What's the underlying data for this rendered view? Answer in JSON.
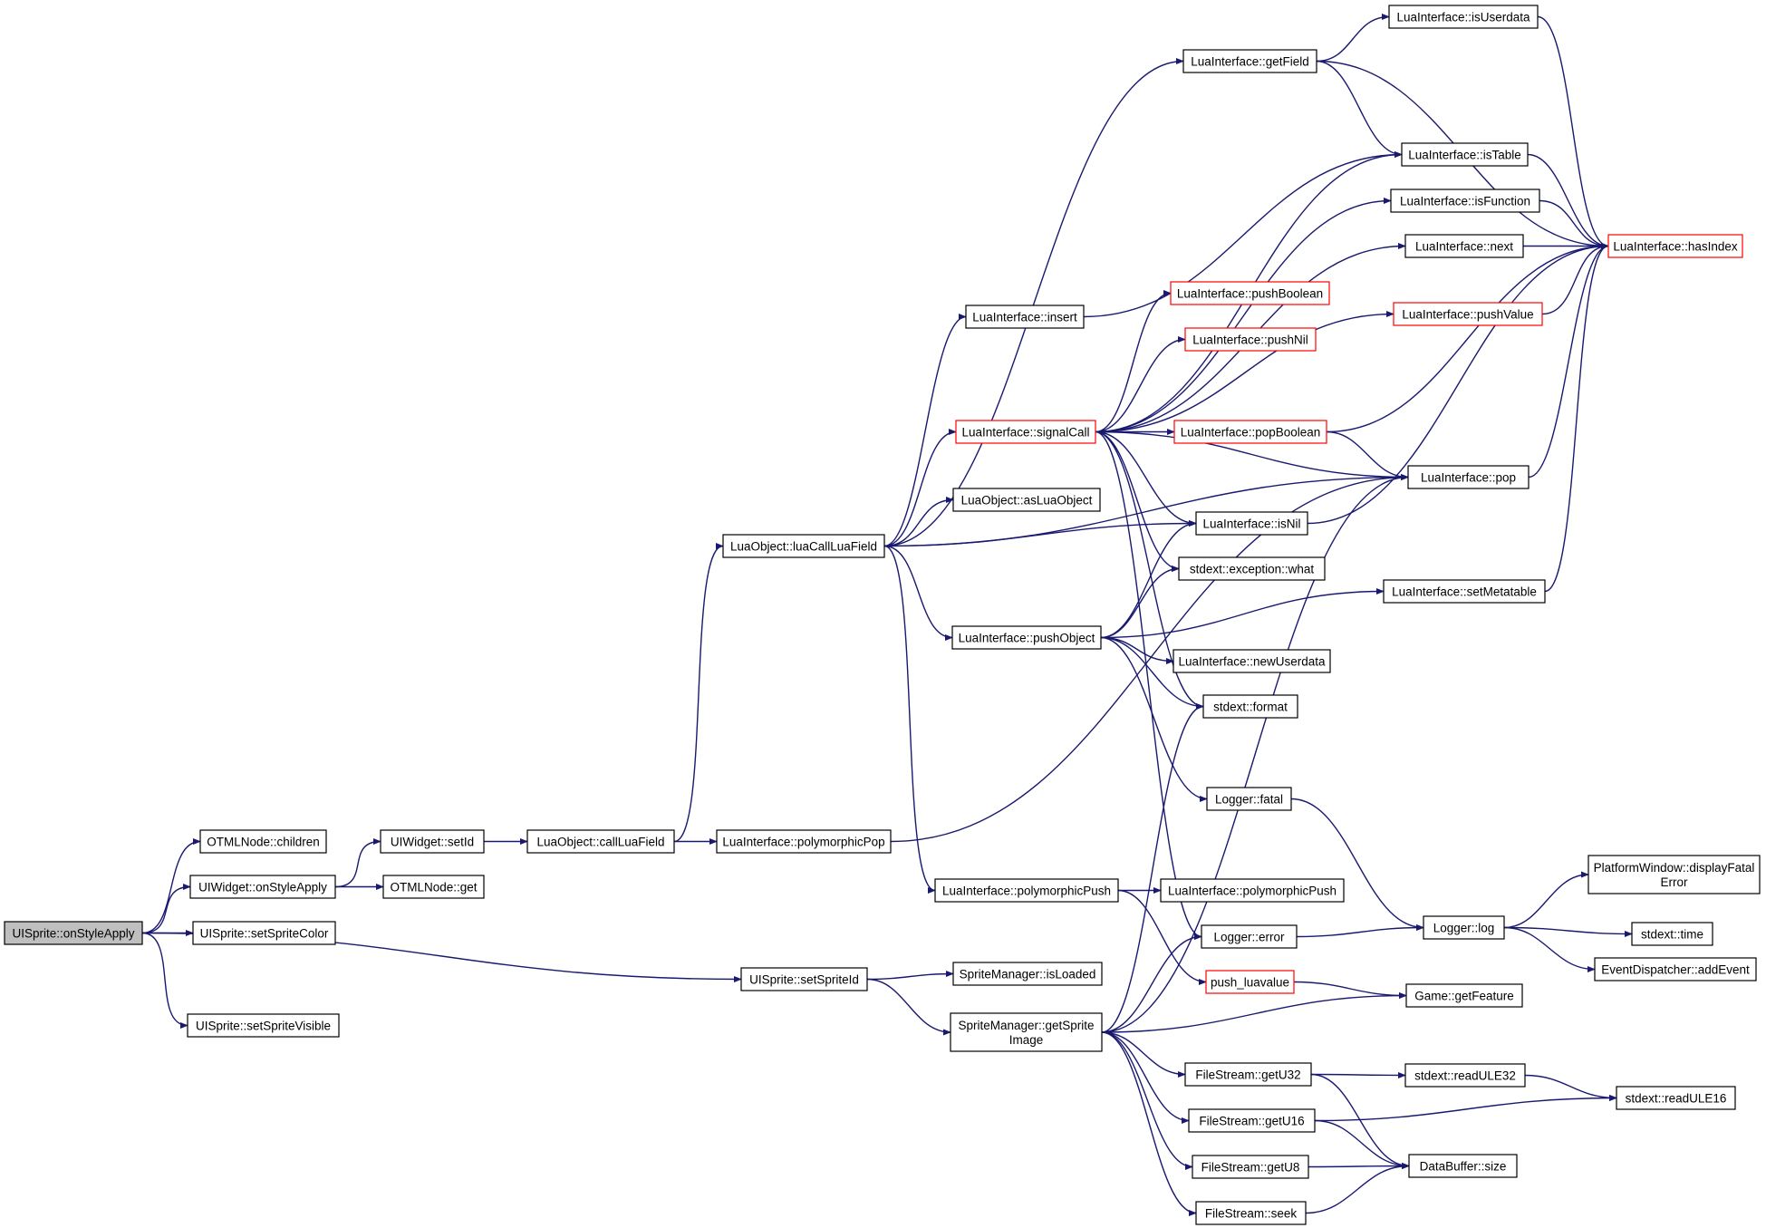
{
  "colors": {
    "edge": "#191970",
    "node_border": "#000000",
    "truncated_border": "#ff0000",
    "root_fill": "#bfbfbf"
  },
  "nodes": [
    {
      "id": "root",
      "lines": [
        "UISprite::onStyleApply"
      ]
    },
    {
      "id": "otml_children",
      "lines": [
        "OTMLNode::children"
      ]
    },
    {
      "id": "uiwidget_onstyleapply",
      "lines": [
        "UIWidget::onStyleApply"
      ]
    },
    {
      "id": "uisprite_setspritecolor",
      "lines": [
        "UISprite::setSpriteColor"
      ]
    },
    {
      "id": "uisprite_setspritevisible",
      "lines": [
        "UISprite::setSpriteVisible"
      ]
    },
    {
      "id": "uiwidget_setid",
      "lines": [
        "UIWidget::setId"
      ]
    },
    {
      "id": "otml_get",
      "lines": [
        "OTMLNode::get"
      ]
    },
    {
      "id": "luaobject_callluafield",
      "lines": [
        "LuaObject::callLuaField"
      ]
    },
    {
      "id": "luainterface_polymorphicpop",
      "lines": [
        "LuaInterface::polymorphicPop"
      ]
    },
    {
      "id": "luaobject_luacallluafield",
      "lines": [
        "LuaObject::luaCallLuaField"
      ]
    },
    {
      "id": "uisprite_setspriteid",
      "lines": [
        "UISprite::setSpriteId"
      ]
    },
    {
      "id": "luainterface_insert",
      "lines": [
        "LuaInterface::insert"
      ]
    },
    {
      "id": "luainterface_signalcall",
      "lines": [
        "LuaInterface::signalCall"
      ],
      "red": true
    },
    {
      "id": "luaobject_asluaobject",
      "lines": [
        "LuaObject::asLuaObject"
      ]
    },
    {
      "id": "luainterface_pushobject",
      "lines": [
        "LuaInterface::pushObject"
      ]
    },
    {
      "id": "luainterface_polymorphicpush_a",
      "lines": [
        "LuaInterface::polymorphicPush"
      ]
    },
    {
      "id": "spritemanager_isloaded",
      "lines": [
        "SpriteManager::isLoaded"
      ]
    },
    {
      "id": "spritemanager_getspriteimage",
      "lines": [
        "SpriteManager::getSprite",
        "Image"
      ]
    },
    {
      "id": "luainterface_getfield",
      "lines": [
        "LuaInterface::getField"
      ]
    },
    {
      "id": "luainterface_pushboolean",
      "lines": [
        "LuaInterface::pushBoolean"
      ],
      "red": true
    },
    {
      "id": "luainterface_pushnil",
      "lines": [
        "LuaInterface::pushNil"
      ],
      "red": true
    },
    {
      "id": "luainterface_popboolean",
      "lines": [
        "LuaInterface::popBoolean"
      ],
      "red": true
    },
    {
      "id": "luainterface_isnil",
      "lines": [
        "LuaInterface::isNil"
      ]
    },
    {
      "id": "stdext_exception_what",
      "lines": [
        "stdext::exception::what"
      ]
    },
    {
      "id": "luainterface_newuserdata",
      "lines": [
        "LuaInterface::newUserdata"
      ]
    },
    {
      "id": "stdext_format",
      "lines": [
        "stdext::format"
      ]
    },
    {
      "id": "logger_fatal",
      "lines": [
        "Logger::fatal"
      ]
    },
    {
      "id": "luainterface_polymorphicpush_b",
      "lines": [
        "LuaInterface::polymorphicPush"
      ]
    },
    {
      "id": "logger_error",
      "lines": [
        "Logger::error"
      ]
    },
    {
      "id": "push_luavalue",
      "lines": [
        "push_luavalue"
      ],
      "red": true
    },
    {
      "id": "filestream_getu32",
      "lines": [
        "FileStream::getU32"
      ]
    },
    {
      "id": "filestream_getu16",
      "lines": [
        "FileStream::getU16"
      ]
    },
    {
      "id": "filestream_getu8",
      "lines": [
        "FileStream::getU8"
      ]
    },
    {
      "id": "filestream_seek",
      "lines": [
        "FileStream::seek"
      ]
    },
    {
      "id": "luainterface_isuserdata",
      "lines": [
        "LuaInterface::isUserdata"
      ]
    },
    {
      "id": "luainterface_istable",
      "lines": [
        "LuaInterface::isTable"
      ]
    },
    {
      "id": "luainterface_isfunction",
      "lines": [
        "LuaInterface::isFunction"
      ]
    },
    {
      "id": "luainterface_next",
      "lines": [
        "LuaInterface::next"
      ]
    },
    {
      "id": "luainterface_pushvalue",
      "lines": [
        "LuaInterface::pushValue"
      ],
      "red": true
    },
    {
      "id": "luainterface_pop",
      "lines": [
        "LuaInterface::pop"
      ]
    },
    {
      "id": "luainterface_setmetatable",
      "lines": [
        "LuaInterface::setMetatable"
      ]
    },
    {
      "id": "logger_log",
      "lines": [
        "Logger::log"
      ]
    },
    {
      "id": "game_getfeature",
      "lines": [
        "Game::getFeature"
      ]
    },
    {
      "id": "stdext_readule32",
      "lines": [
        "stdext::readULE32"
      ]
    },
    {
      "id": "databuffer_size",
      "lines": [
        "DataBuffer::size"
      ]
    },
    {
      "id": "luainterface_hasindex",
      "lines": [
        "LuaInterface::hasIndex"
      ],
      "red": true
    },
    {
      "id": "platformwindow_displayfatalerror",
      "lines": [
        "PlatformWindow::displayFatal",
        "Error"
      ]
    },
    {
      "id": "stdext_time",
      "lines": [
        "stdext::time"
      ]
    },
    {
      "id": "eventdispatcher_addevent",
      "lines": [
        "EventDispatcher::addEvent"
      ]
    },
    {
      "id": "stdext_readule16",
      "lines": [
        "stdext::readULE16"
      ]
    }
  ],
  "edges": [
    [
      "root",
      "otml_children"
    ],
    [
      "root",
      "uiwidget_onstyleapply"
    ],
    [
      "root",
      "uisprite_setspritecolor"
    ],
    [
      "root",
      "uisprite_setspritevisible"
    ],
    [
      "root",
      "uisprite_setspriteid"
    ],
    [
      "uiwidget_onstyleapply",
      "uiwidget_setid"
    ],
    [
      "uiwidget_onstyleapply",
      "otml_get"
    ],
    [
      "uiwidget_setid",
      "luaobject_callluafield"
    ],
    [
      "luaobject_callluafield",
      "luaobject_luacallluafield"
    ],
    [
      "luaobject_callluafield",
      "luainterface_polymorphicpop"
    ],
    [
      "luainterface_polymorphicpop",
      "luainterface_pop"
    ],
    [
      "luaobject_luacallluafield",
      "luainterface_getfield"
    ],
    [
      "luaobject_luacallluafield",
      "luainterface_insert"
    ],
    [
      "luaobject_luacallluafield",
      "luainterface_signalcall"
    ],
    [
      "luaobject_luacallluafield",
      "luaobject_asluaobject"
    ],
    [
      "luaobject_luacallluafield",
      "luainterface_isnil"
    ],
    [
      "luaobject_luacallluafield",
      "luainterface_pushobject"
    ],
    [
      "luaobject_luacallluafield",
      "luainterface_pop"
    ],
    [
      "luaobject_luacallluafield",
      "luainterface_polymorphicpush_a"
    ],
    [
      "luainterface_getfield",
      "luainterface_isuserdata"
    ],
    [
      "luainterface_getfield",
      "luainterface_istable"
    ],
    [
      "luainterface_getfield",
      "luainterface_hasindex"
    ],
    [
      "luainterface_insert",
      "luainterface_istable"
    ],
    [
      "luainterface_signalcall",
      "luainterface_istable"
    ],
    [
      "luainterface_signalcall",
      "luainterface_isfunction"
    ],
    [
      "luainterface_signalcall",
      "luainterface_next"
    ],
    [
      "luainterface_signalcall",
      "luainterface_pushboolean"
    ],
    [
      "luainterface_signalcall",
      "luainterface_pushnil"
    ],
    [
      "luainterface_signalcall",
      "luainterface_pushvalue"
    ],
    [
      "luainterface_signalcall",
      "luainterface_popboolean"
    ],
    [
      "luainterface_signalcall",
      "luainterface_pop"
    ],
    [
      "luainterface_signalcall",
      "luainterface_isnil"
    ],
    [
      "luainterface_signalcall",
      "stdext_exception_what"
    ],
    [
      "luainterface_signalcall",
      "stdext_format"
    ],
    [
      "luainterface_signalcall",
      "logger_error"
    ],
    [
      "luainterface_popboolean",
      "luainterface_pop"
    ],
    [
      "luainterface_popboolean",
      "luainterface_hasindex"
    ],
    [
      "luainterface_pushobject",
      "luainterface_isnil"
    ],
    [
      "luainterface_pushobject",
      "luainterface_setmetatable"
    ],
    [
      "luainterface_pushobject",
      "luainterface_newuserdata"
    ],
    [
      "luainterface_pushobject",
      "stdext_format"
    ],
    [
      "luainterface_pushobject",
      "logger_fatal"
    ],
    [
      "luainterface_pushobject",
      "stdext_exception_what"
    ],
    [
      "luainterface_polymorphicpush_a",
      "luainterface_polymorphicpush_b"
    ],
    [
      "luainterface_polymorphicpush_a",
      "push_luavalue"
    ],
    [
      "push_luavalue",
      "game_getfeature"
    ],
    [
      "uisprite_setspriteid",
      "spritemanager_isloaded"
    ],
    [
      "uisprite_setspriteid",
      "spritemanager_getspriteimage"
    ],
    [
      "spritemanager_getspriteimage",
      "luainterface_pop"
    ],
    [
      "spritemanager_getspriteimage",
      "stdext_format"
    ],
    [
      "spritemanager_getspriteimage",
      "logger_error"
    ],
    [
      "spritemanager_getspriteimage",
      "game_getfeature"
    ],
    [
      "spritemanager_getspriteimage",
      "filestream_getu32"
    ],
    [
      "spritemanager_getspriteimage",
      "filestream_getu16"
    ],
    [
      "spritemanager_getspriteimage",
      "filestream_getu8"
    ],
    [
      "spritemanager_getspriteimage",
      "filestream_seek"
    ],
    [
      "filestream_getu32",
      "stdext_readule32"
    ],
    [
      "filestream_getu32",
      "databuffer_size"
    ],
    [
      "filestream_getu16",
      "stdext_readule16"
    ],
    [
      "filestream_getu16",
      "databuffer_size"
    ],
    [
      "filestream_getu8",
      "databuffer_size"
    ],
    [
      "filestream_seek",
      "databuffer_size"
    ],
    [
      "stdext_readule32",
      "stdext_readule16"
    ],
    [
      "logger_fatal",
      "logger_log"
    ],
    [
      "logger_error",
      "logger_log"
    ],
    [
      "logger_log",
      "platformwindow_displayfatalerror"
    ],
    [
      "logger_log",
      "stdext_time"
    ],
    [
      "logger_log",
      "eventdispatcher_addevent"
    ],
    [
      "luainterface_isuserdata",
      "luainterface_hasindex"
    ],
    [
      "luainterface_istable",
      "luainterface_hasindex"
    ],
    [
      "luainterface_isfunction",
      "luainterface_hasindex"
    ],
    [
      "luainterface_next",
      "luainterface_hasindex"
    ],
    [
      "luainterface_pushvalue",
      "luainterface_hasindex"
    ],
    [
      "luainterface_pop",
      "luainterface_hasindex"
    ],
    [
      "luainterface_isnil",
      "luainterface_hasindex"
    ],
    [
      "luainterface_setmetatable",
      "luainterface_hasindex"
    ]
  ]
}
